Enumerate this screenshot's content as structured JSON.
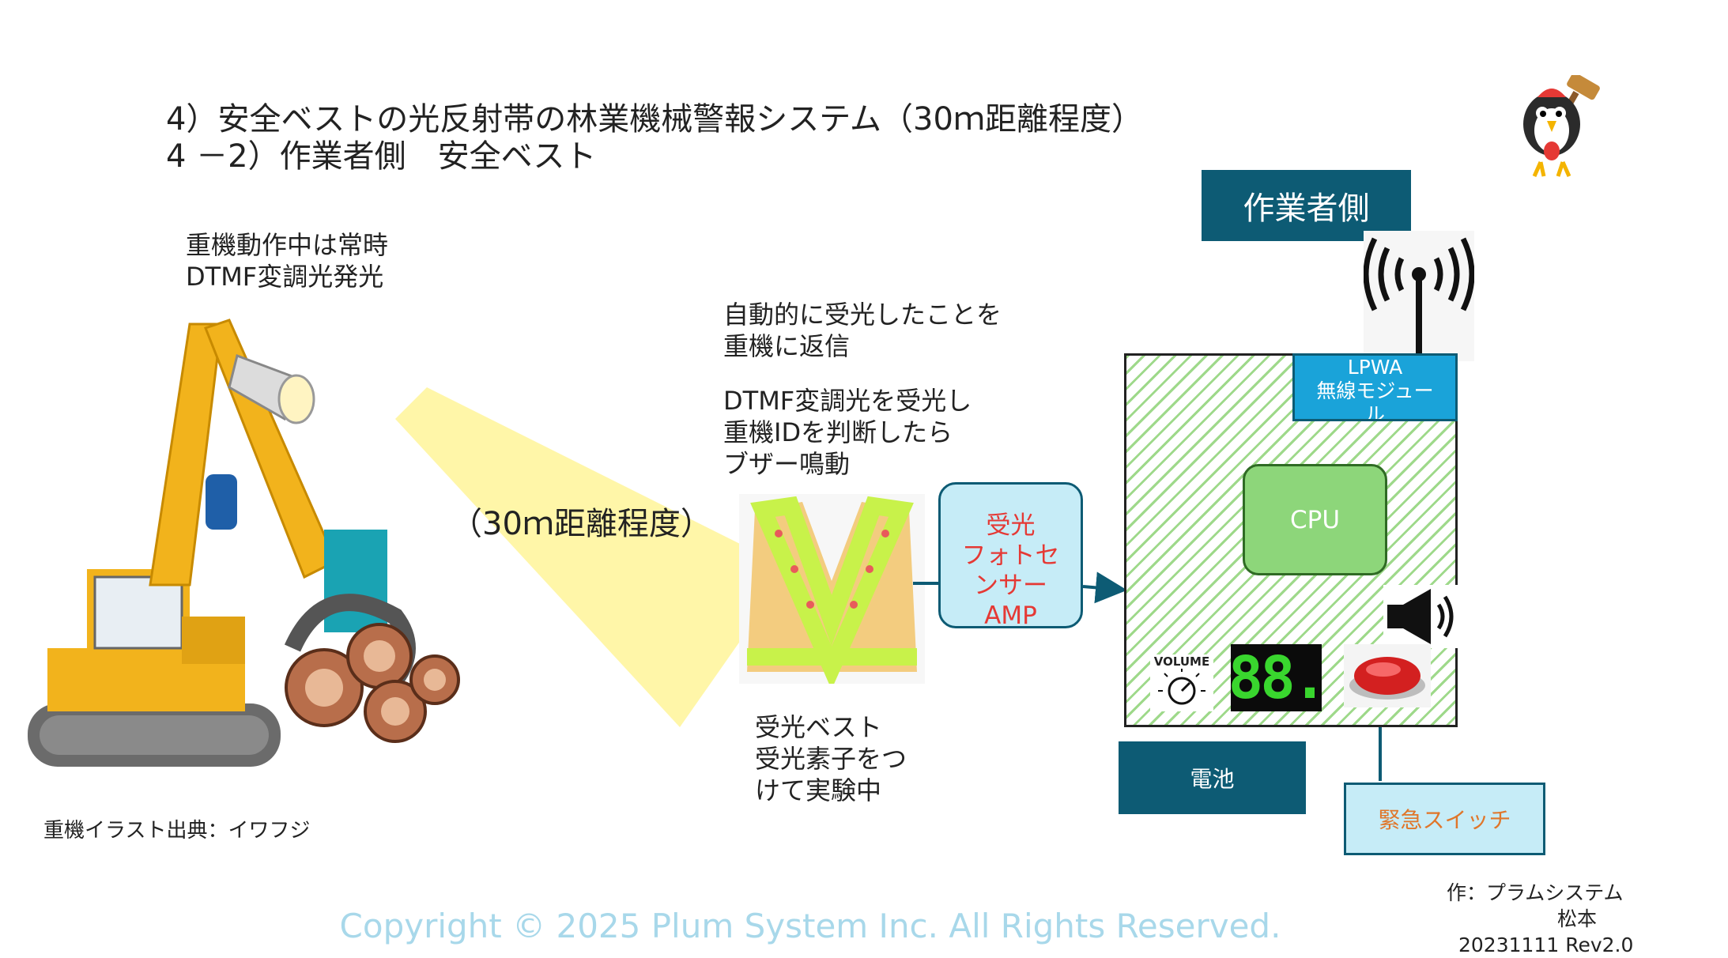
{
  "title": {
    "line1": "4）安全ベストの光反射帯の林業機械警報システム（30ｍ距離程度）",
    "line2": "4 －2）作業者側　安全ベスト"
  },
  "notes": {
    "heavy_machine": "重機動作中は常時\nDTMF変調光発光",
    "distance": "（30ｍ距離程度）",
    "auto_reply": "自動的に受光したことを\n重機に返信",
    "dtmf_receive": "DTMF変調光を受光し\n重機IDを判断したら\nブザー鳴動",
    "vest_caption": "受光ベスト\n受光素子をつ\nけて実験中",
    "illustration_credit": "重機イラスト出典：イワフジ"
  },
  "blocks": {
    "worker_side": "作業者側",
    "sensor_amp": "受光\nフォトセ\nンサー\nAMP",
    "lpwa": "LPWA\n無線モジュー\nル",
    "cpu": "CPU",
    "battery": "電池",
    "emergency_switch": "緊急スイッチ",
    "volume": "VOLUME",
    "seg_display": "88."
  },
  "credit": {
    "author": "作：プラムシステム",
    "name": "松本",
    "version": "20231111 Rev2.0"
  },
  "copyright": "Copyright © 2025 Plum System Inc. All Rights Reserved.",
  "colors": {
    "dark_box": "#0d5b74",
    "light_box": "#c6ecf7",
    "cpu": "#8dd67a",
    "hatch": "#9ed98a",
    "beam": "#fff6a8",
    "copyright": "#a8d8ea",
    "sensor_text": "#e53935"
  }
}
